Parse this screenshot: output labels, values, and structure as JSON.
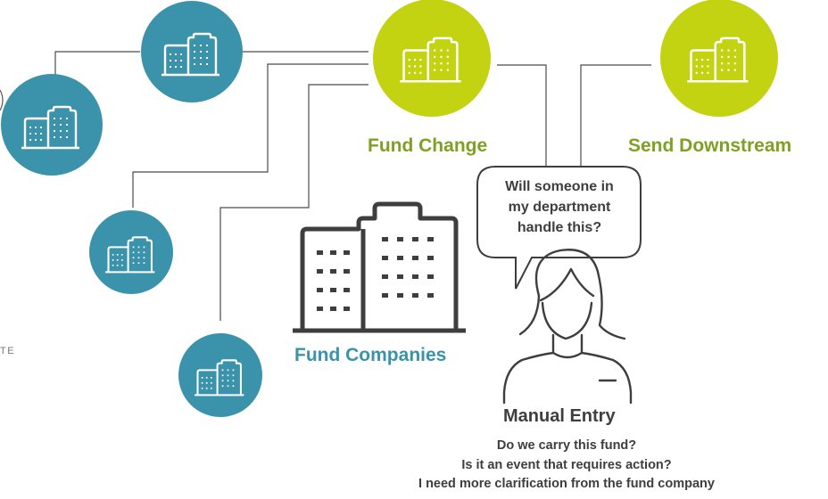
{
  "colors": {
    "teal": "#3a93aa",
    "lime": "#c3d311",
    "green_text": "#7fa123",
    "teal_text": "#3a93aa",
    "dark": "#3e3e3e",
    "line": "#4a4a4a"
  },
  "icons": {
    "node": "office-building-icon",
    "center": "office-building-icon",
    "person": "woman-avatar-icon",
    "bubble": "speech-bubble-icon"
  },
  "nodes": {
    "fund_change": {
      "label": "Fund Change"
    },
    "send_downstream": {
      "label": "Send Downstream"
    },
    "fund_companies": {
      "label": "Fund Companies"
    }
  },
  "manual_entry": {
    "title": "Manual Entry",
    "speech_lines": [
      "Will someone in",
      "my department",
      "handle this?"
    ],
    "questions": [
      "Do we carry this fund?",
      "Is it an event that requires action?",
      "I need more clarification from the fund company"
    ]
  },
  "fragment_text": "TE"
}
